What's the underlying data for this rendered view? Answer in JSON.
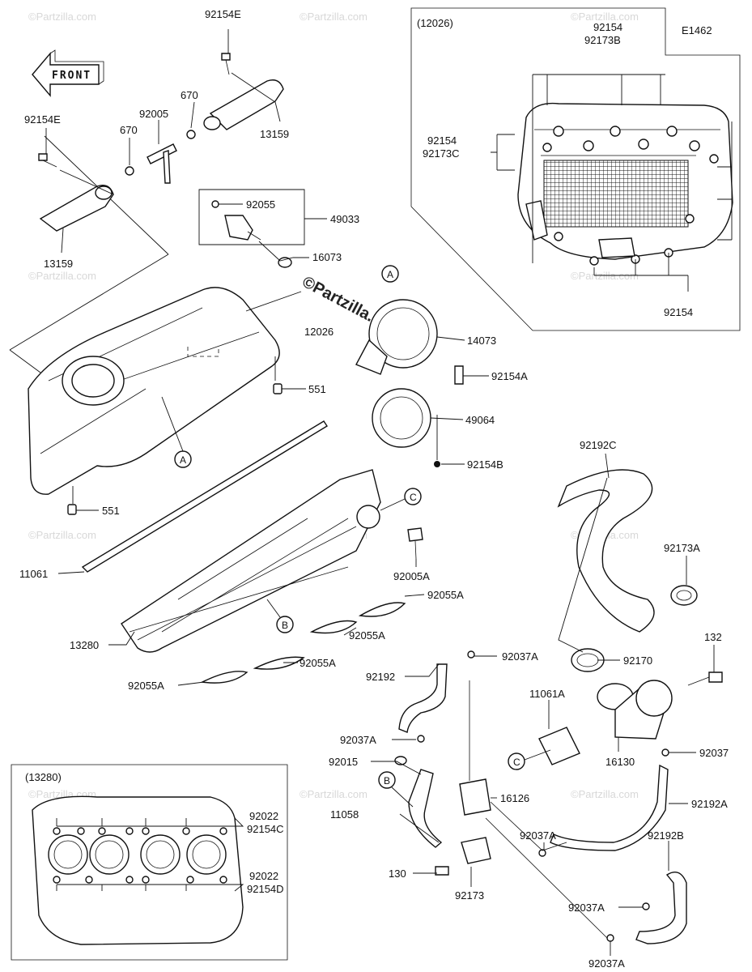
{
  "diagram_code": "E1462",
  "front_arrow": "FRONT",
  "watermark": "©Partzilla.com",
  "insets": {
    "top_right": {
      "title": "(12026)"
    },
    "bottom_left": {
      "title": "(13280)"
    }
  },
  "callouts": [
    "A",
    "A",
    "B",
    "B",
    "C",
    "C"
  ],
  "labels": {
    "p92154E_top": "92154E",
    "p92154E_left": "92154E",
    "p670_a": "670",
    "p670_b": "670",
    "p92005": "92005",
    "p13159_right": "13159",
    "p13159_left": "13159",
    "p92055": "92055",
    "p49033": "49033",
    "p16073": "16073",
    "p12026": "12026",
    "p551_a": "551",
    "p551_b": "551",
    "p14073": "14073",
    "p92154A": "92154A",
    "p49064": "49064",
    "p92154B": "92154B",
    "p11061": "11061",
    "p92005A": "92005A",
    "p92055A_1": "92055A",
    "p92055A_2": "92055A",
    "p92055A_3": "92055A",
    "p92055A_4": "92055A",
    "p13280": "13280",
    "in_92154_top": "92154",
    "in_92173B": "92173B",
    "in_92154_left": "92154",
    "in_92173C": "92173C",
    "in_92154_bottom": "92154",
    "p92192C": "92192C",
    "p92173A": "92173A",
    "p132": "132",
    "p92170": "92170",
    "p92037A_1": "92037A",
    "p92192": "92192",
    "p11061A": "11061A",
    "p92037": "92037",
    "p16130": "16130",
    "p92037A_2": "92037A",
    "p92015": "92015",
    "p16126": "16126",
    "p92192A": "92192A",
    "p11058": "11058",
    "p92037A_3": "92037A",
    "p92192B": "92192B",
    "p130": "130",
    "p92173": "92173",
    "p92037A_4": "92037A",
    "p92037A_5": "92037A",
    "in2_92022_a": "92022",
    "in2_92154C": "92154C",
    "in2_92022_b": "92022",
    "in2_92154D": "92154D"
  }
}
